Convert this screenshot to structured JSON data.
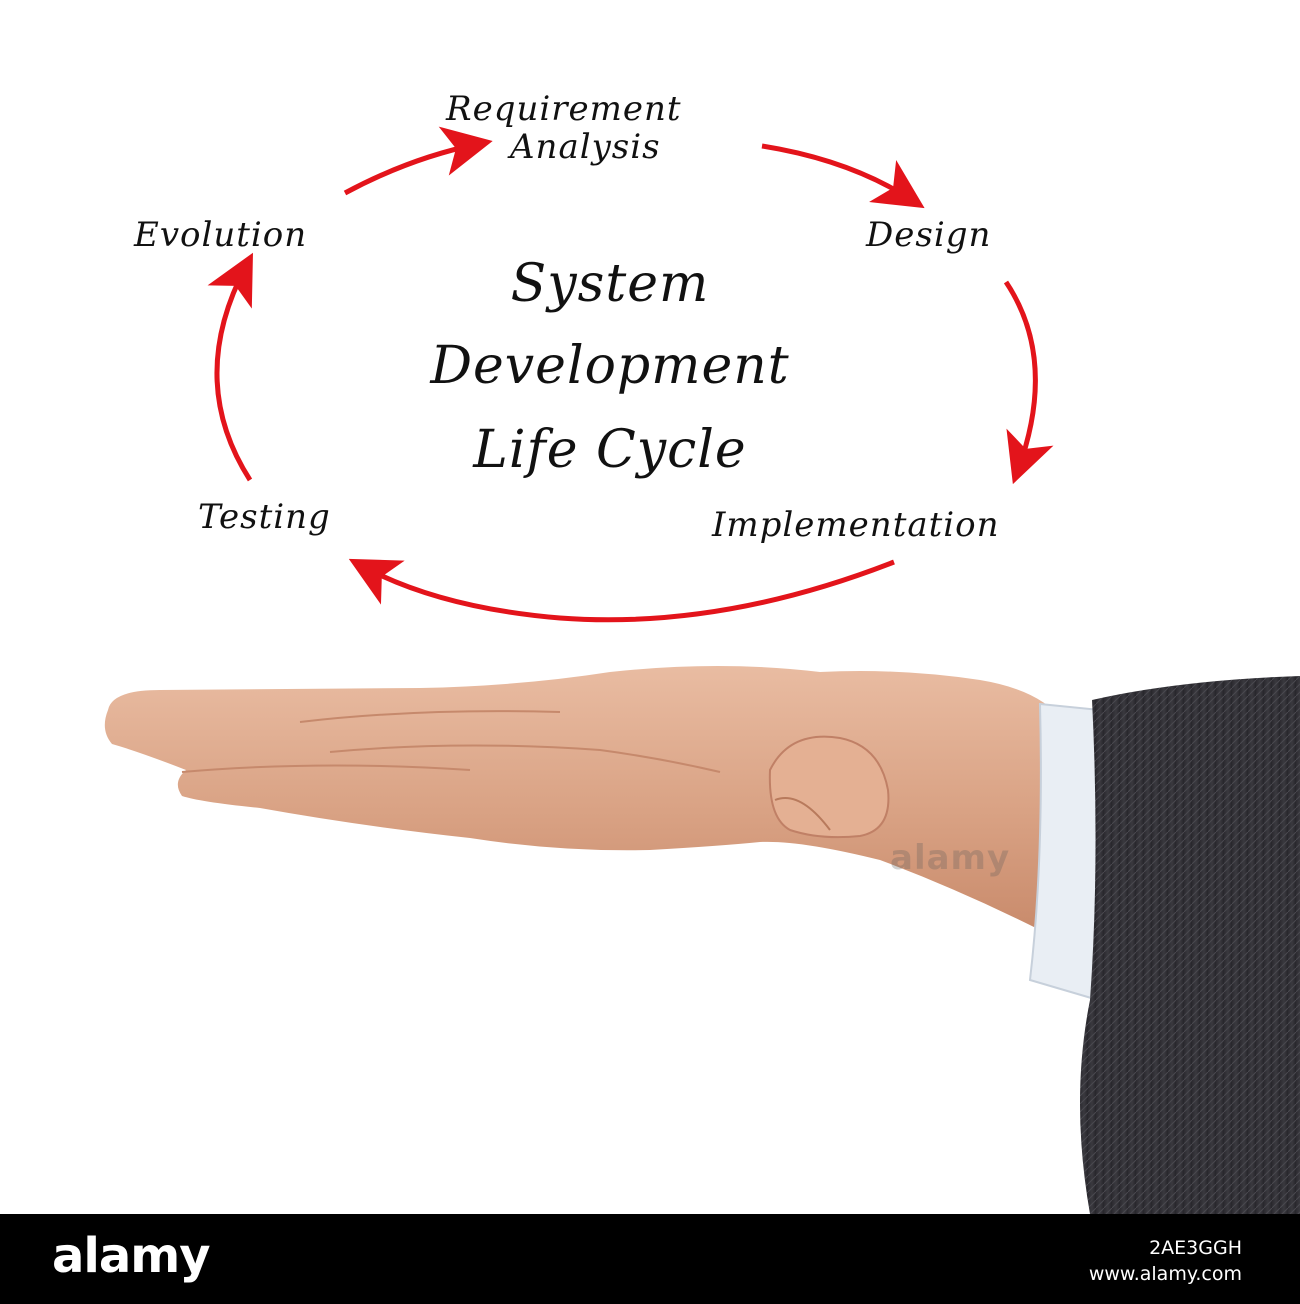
{
  "diagram": {
    "title_lines": [
      "System",
      "Development",
      "Life Cycle"
    ],
    "stages": [
      "Requirement Analysis",
      "Design",
      "Implementation",
      "Testing",
      "Evolution"
    ],
    "requirement_lines": [
      "Requirement",
      "Analysis"
    ],
    "arrow_color": "#e3141b"
  },
  "watermark": {
    "mid_text": "alamy"
  },
  "footer": {
    "brand": "alamy",
    "image_id": "2AE3GGH",
    "site": "www.alamy.com"
  }
}
